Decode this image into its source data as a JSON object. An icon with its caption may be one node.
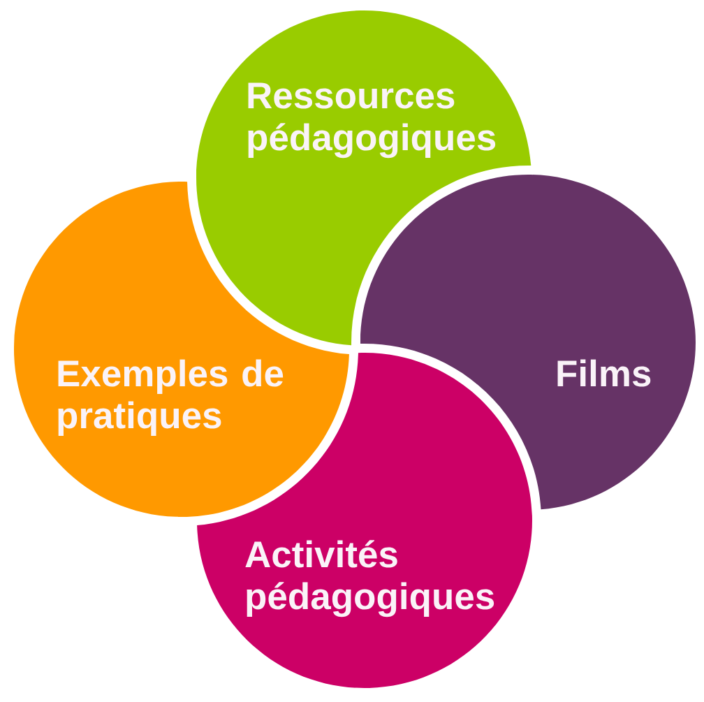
{
  "diagram": {
    "nodes": [
      {
        "text": [
          "Ressources pédagogiques"
        ]
      },
      {
        "text": [
          "Exemples de pratiques"
        ]
      },
      {
        "text": [
          "Films"
        ]
      },
      {
        "text": [
          "Activités pédagogiques"
        ]
      }
    ]
  }
}
